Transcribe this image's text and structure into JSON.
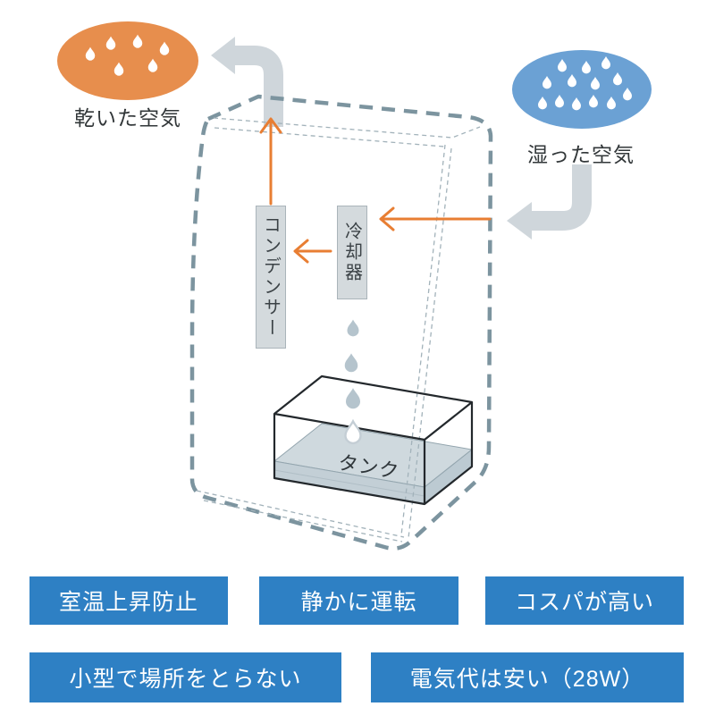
{
  "diagram": {
    "dry_air_label": "乾いた空気",
    "wet_air_label": "湿った空気",
    "condenser_label": "コンデンサー",
    "cooler_label": "冷却器",
    "tank_label": "タンク"
  },
  "features": [
    {
      "label": "室温上昇防止"
    },
    {
      "label": "静かに運転"
    },
    {
      "label": "コスパが高い"
    },
    {
      "label": "小型で場所をとらない"
    },
    {
      "label": "電気代は安い（28W）"
    }
  ],
  "colors": {
    "dry_air": "#e78e4d",
    "wet_air": "#6ba1d4",
    "cloud_drop": "#ffffff",
    "falling_drop": "#b5c4cd",
    "gray_arrow": "#cfd6db",
    "orange_arrow": "#e87e33",
    "unit_outline": "#7c949f",
    "unit_inner_outline": "#a2b2ba",
    "component_box_fill": "#d4dadd",
    "component_box_border": "#aab4ba",
    "water_surface": "#cfd9de",
    "water_front": "#c3cfd6",
    "water_right": "#bccad2",
    "tank_line": "#23282c",
    "feature_bg": "#2e80c4",
    "feature_text": "#ffffff",
    "label_text": "#323739"
  }
}
